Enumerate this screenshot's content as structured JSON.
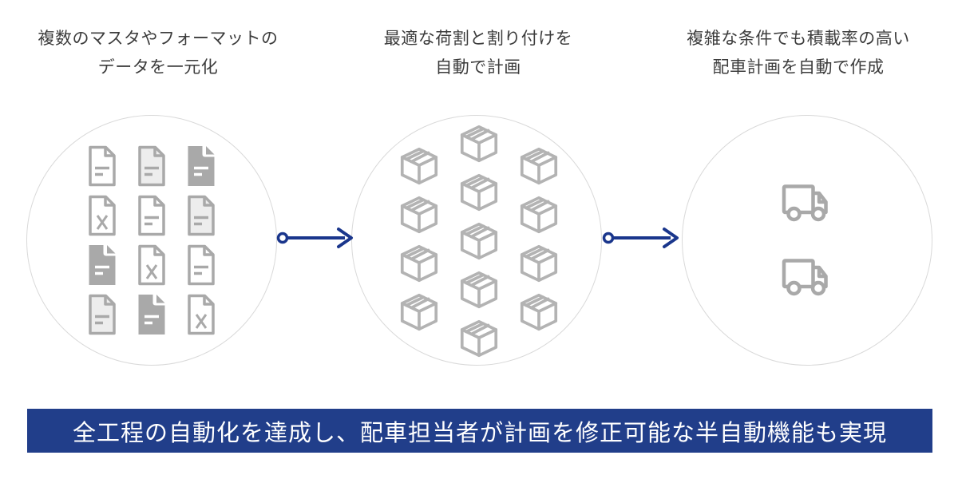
{
  "diagram": {
    "stages": [
      {
        "title_line1": "複数のマスタやフォーマットの",
        "title_line2": "データを一元化",
        "icon_set": "documents",
        "documents": [
          "outline-lines",
          "light-lines",
          "solid-lines",
          "outline-x",
          "outline-lines",
          "light-lines",
          "solid-lines",
          "outline-x",
          "outline-lines",
          "light-lines",
          "solid-lines",
          "outline-x"
        ]
      },
      {
        "title_line1": "最適な荷割と割り付けを",
        "title_line2": "自動で計画",
        "icon_set": "packages",
        "box_columns": [
          4,
          5,
          4
        ],
        "box_total": 13
      },
      {
        "title_line1": "複雑な条件でも積載率の高い",
        "title_line2": "配車計画を自動で作成",
        "icon_set": "trucks",
        "truck_count": 2
      }
    ],
    "arrow_count": 2,
    "banner": {
      "text": "全工程の自動化を達成し、配車担当者が計画を修正可能な半自動機能も実現"
    },
    "icons": {
      "document_icon": "document-icon",
      "spreadsheet_icon": "x-document-icon",
      "package_icon": "package-box-icon",
      "truck_icon": "truck-icon",
      "arrow_icon": "flow-arrow"
    },
    "colors": {
      "arrow_navy": "#1a368c",
      "banner_navy": "#213e8a",
      "banner_text": "#ffffff",
      "icon_gray": "#a9a9a9",
      "box_gray": "#b3b3b3",
      "doc_light_fill": "#ededed",
      "circle_border": "#d9d9d9",
      "title_text": "#3c3c3c"
    }
  }
}
